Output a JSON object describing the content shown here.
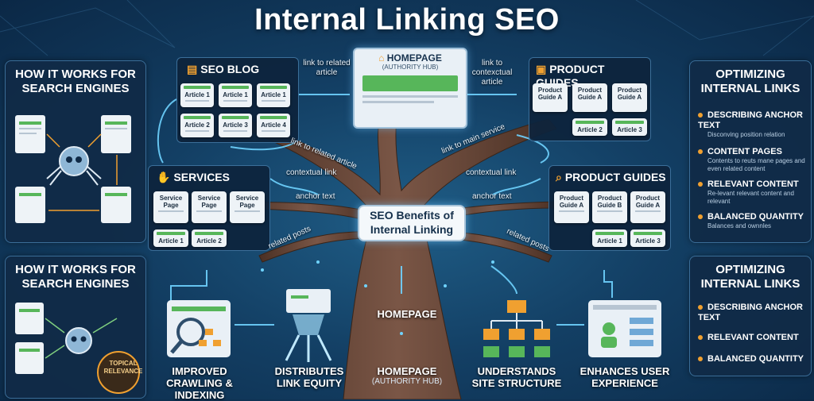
{
  "title": "Internal Linking SEO",
  "left_panel_top": {
    "heading": "HOW IT WORKS FOR SEARCH ENGINES"
  },
  "left_panel_bottom": {
    "heading": "HOW IT WORKS FOR SEARCH ENGINES",
    "badge": "TOPICAL RELEVANCE"
  },
  "right_panel_top": {
    "heading": "OPTIMIZING INTERNAL LINKS",
    "items": [
      {
        "label": "DESCRIBING ANCHOR TEXT",
        "sub": "Disconving position relation"
      },
      {
        "label": "CONTENT PAGES",
        "sub": "Contents to reuts mane pages and even related content"
      },
      {
        "label": "RELEVANT CONTENT",
        "sub": "Re-levant relevant content and relevant"
      },
      {
        "label": "BALANCED QUANTITY",
        "sub": "Balances and ownnles"
      }
    ]
  },
  "right_panel_bottom": {
    "heading": "OPTIMIZING INTERNAL LINKS",
    "items": [
      "DESCRIBING ANCHOR TEXT",
      "RELEVANT CONTENT",
      "BALANCED QUANTITY"
    ]
  },
  "seo_blog": {
    "title": "SEO BLOG",
    "cards": [
      "Article 1",
      "Article 1",
      "Article 1",
      "Article 2",
      "Article 3",
      "Article 4"
    ]
  },
  "homepage": {
    "title": "HOMEPAGE",
    "subtitle": "(AUTHORITY HUB)"
  },
  "product_guides_top": {
    "title": "PRODUCT GUIDES",
    "cards": [
      "Product Guide A",
      "Product Guide A",
      "Product Guide A",
      "Article 2",
      "Article 3"
    ]
  },
  "services": {
    "title": "SERVICES",
    "cards": [
      "Service Page",
      "Service Page",
      "Service Page",
      "Article 1",
      "Article 2"
    ]
  },
  "product_guides_mid": {
    "title": "PRODUCT GUIDES",
    "cards": [
      "Product Guide A",
      "Product Guide B",
      "Product Guide A",
      "Article 1",
      "Article 3"
    ]
  },
  "link_labels": {
    "link_to_related_article": "link to related article",
    "link_to_contextual_article": "link to contexctual article",
    "link_to_related_article_branch": "link to related article",
    "link_to_main_service": "link to main service",
    "contextual_link_left": "contextual link",
    "contextual_link_right": "contextual link",
    "anchor_text_left": "anchor text",
    "anchor_text_right": "anchor text",
    "related_posts_left": "related posts",
    "related_posts_right": "related posts"
  },
  "center": {
    "label": "SEO Benefits of Internal Linking"
  },
  "trunk": {
    "homepage": "HOMEPAGE",
    "bottom_title": "HOMEPAGE",
    "bottom_sub": "(AUTHORITY HUB)"
  },
  "benefits": [
    {
      "label": "IMPROVED CRAWLING & INDEXING"
    },
    {
      "label": "DISTRIBUTES LINK EQUITY"
    },
    {
      "label": "UNDERSTANDS SITE STRUCTURE"
    },
    {
      "label": "ENHANCES USER EXPERIENCE"
    }
  ],
  "colors": {
    "accent_green": "#57b65a",
    "accent_orange": "#f0a030",
    "link_blue": "#6fd3ff",
    "trunk_brown": "#6a4a3a"
  }
}
